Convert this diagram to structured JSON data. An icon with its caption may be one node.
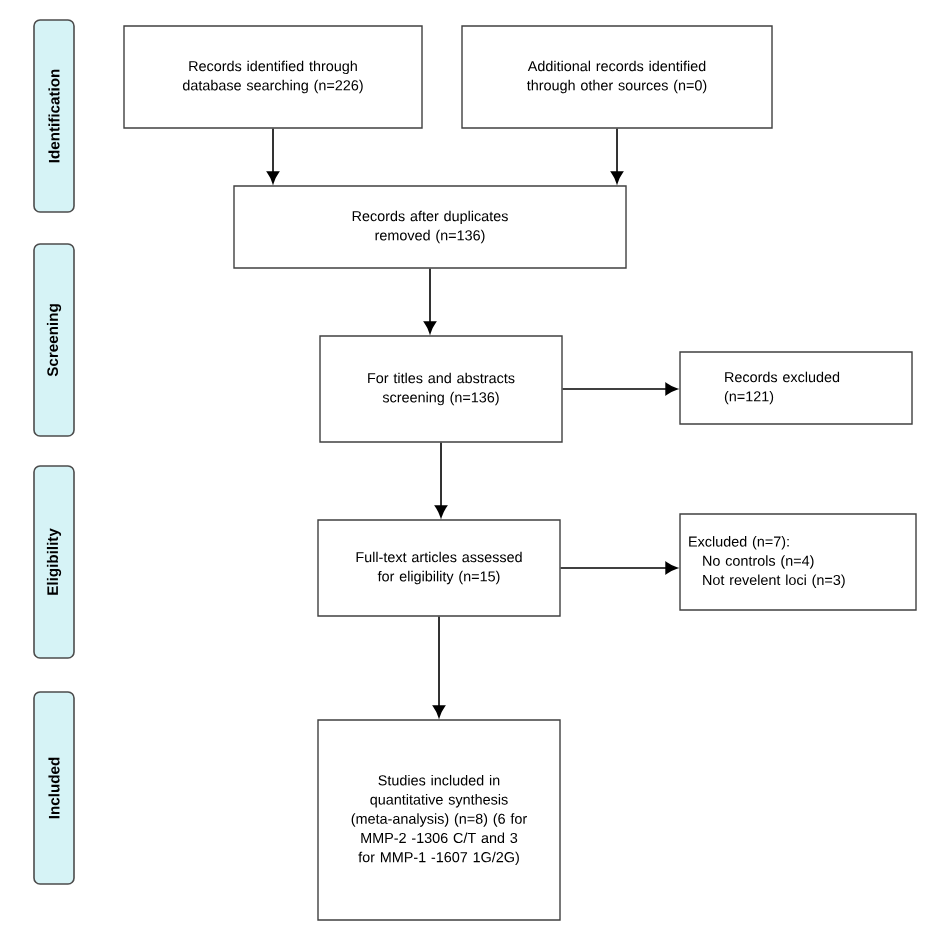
{
  "diagram": {
    "nodes": [
      {
        "text": [
          "Identification"
        ]
      },
      {
        "text": [
          "Records identified through database searching (n=226)"
        ]
      },
      {
        "text": [
          "Additional records identified through other sources (n=0)"
        ]
      },
      {
        "text": [
          "Records after duplicates removed (n=136)"
        ]
      },
      {
        "text": [
          "Screening"
        ]
      },
      {
        "text": [
          "For titles and abstracts screening (n=136)"
        ]
      },
      {
        "text": [
          "Records excluded (n=121)"
        ]
      },
      {
        "text": [
          "Eligibility"
        ]
      },
      {
        "text": [
          "Full-text articles assessed for eligibility (n=15)"
        ]
      },
      {
        "text": [
          "Excluded (n=7):",
          "No controls (n=4)",
          "Not revelent loci (n=3)"
        ]
      },
      {
        "text": [
          "Included"
        ]
      },
      {
        "text": [
          "Studies included in quantitative synthesis (meta-analysis) (n=8) (6 for MMP-2 -1306 C/T and 3 for MMP-1 -1607 1G/2G)"
        ]
      }
    ],
    "edges": [
      {
        "from": 1,
        "to": 3,
        "arrow": "to"
      },
      {
        "from": 2,
        "to": 3,
        "arrow": "to"
      },
      {
        "from": 3,
        "to": 5,
        "arrow": "to"
      },
      {
        "from": 5,
        "to": 6,
        "arrow": "to"
      },
      {
        "from": 5,
        "to": 8,
        "arrow": "to"
      },
      {
        "from": 8,
        "to": 9,
        "arrow": "to"
      },
      {
        "from": 8,
        "to": 11,
        "arrow": "to"
      }
    ]
  }
}
